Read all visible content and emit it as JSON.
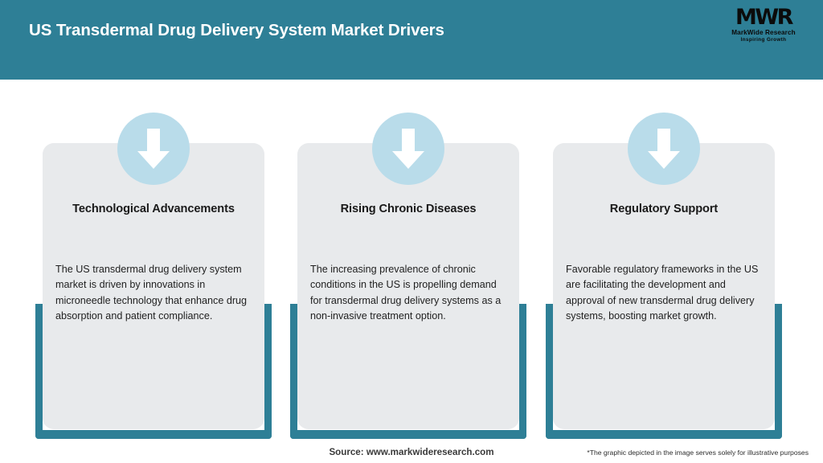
{
  "header": {
    "title": "US Transdermal Drug Delivery System Market Drivers",
    "background_color": "#2e7f96",
    "logo": {
      "mark": "MWR",
      "name": "MarkWide Research",
      "tagline": "Inspiring Growth"
    }
  },
  "cards": [
    {
      "icon": "down-arrow-icon",
      "title": "Technological Advancements",
      "body": "The US transdermal drug delivery system market is driven by innovations in microneedle technology that enhance drug absorption and patient compliance."
    },
    {
      "icon": "down-arrow-icon",
      "title": "Rising Chronic Diseases",
      "body": "The increasing prevalence of chronic conditions in the US is propelling demand for transdermal drug delivery systems as a non-invasive treatment option."
    },
    {
      "icon": "down-arrow-icon",
      "title": "Regulatory Support",
      "body": "Favorable regulatory frameworks in the US are facilitating the development and approval of new transdermal drug delivery systems, boosting market growth."
    }
  ],
  "footer": {
    "source": "Source: www.markwideresearch.com",
    "disclaimer": "*The graphic depicted in the image serves solely for illustrative purposes"
  },
  "colors": {
    "accent_teal": "#2e7f96",
    "card_background": "#e8eaec",
    "badge_blue": "#b9dcea",
    "page_background": "#ffffff"
  }
}
